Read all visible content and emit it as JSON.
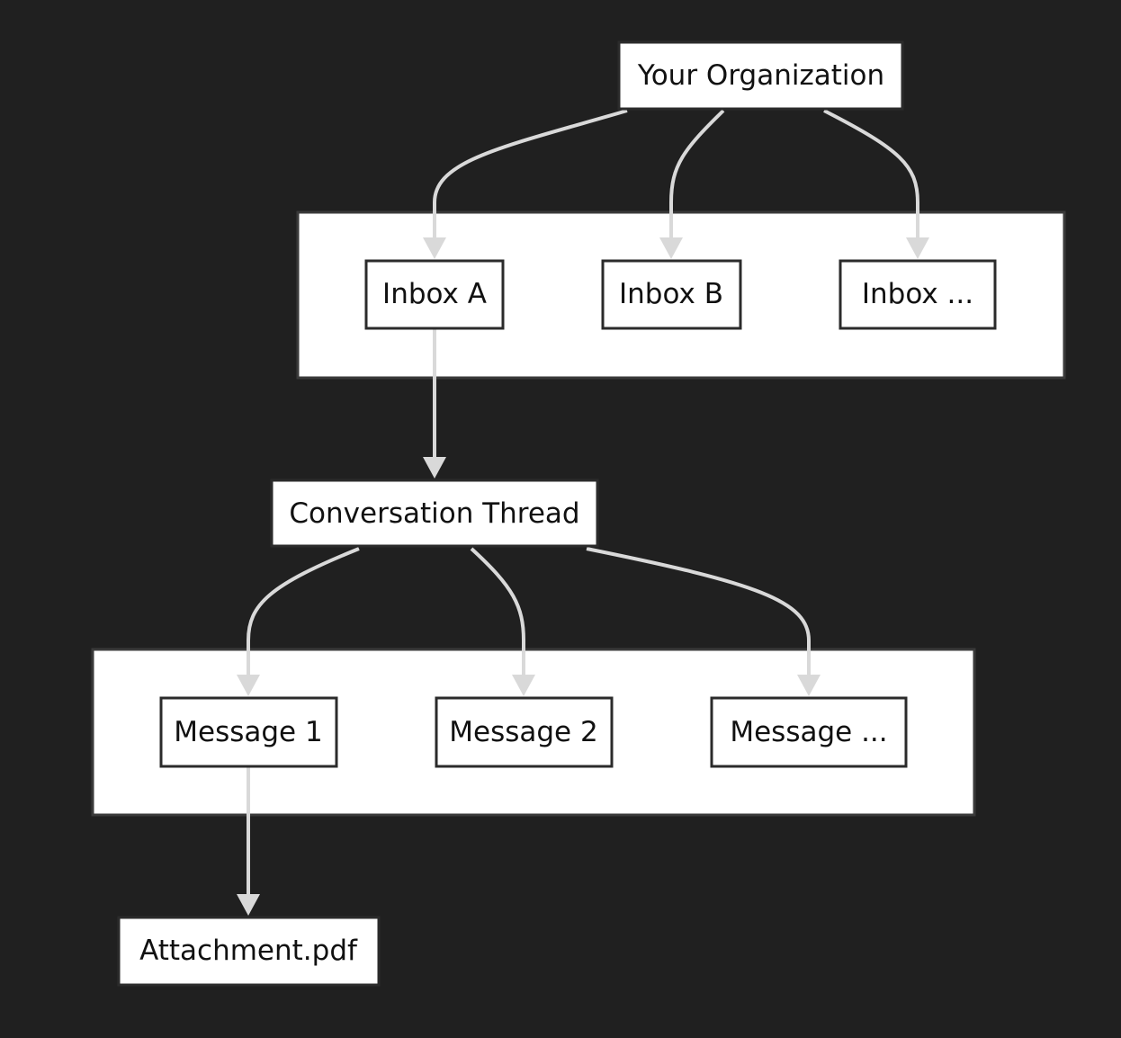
{
  "diagram": {
    "type": "hierarchy-flowchart",
    "colors": {
      "background": "#202020",
      "node_fill": "#ffffff",
      "node_border": "#2b2b2b",
      "edge": "#d9d9d9",
      "text": "#111111"
    },
    "nodes": {
      "organization": "Your Organization",
      "inbox_a": "Inbox A",
      "inbox_b": "Inbox B",
      "inbox_more": "Inbox ...",
      "thread": "Conversation Thread",
      "message_1": "Message 1",
      "message_2": "Message 2",
      "message_more": "Message ...",
      "attachment": "Attachment.pdf"
    },
    "groups": {
      "inboxes": [
        "inbox_a",
        "inbox_b",
        "inbox_more"
      ],
      "messages": [
        "message_1",
        "message_2",
        "message_more"
      ]
    },
    "edges": [
      {
        "from": "organization",
        "to": "inbox_a"
      },
      {
        "from": "organization",
        "to": "inbox_b"
      },
      {
        "from": "organization",
        "to": "inbox_more"
      },
      {
        "from": "inbox_a",
        "to": "thread"
      },
      {
        "from": "thread",
        "to": "message_1"
      },
      {
        "from": "thread",
        "to": "message_2"
      },
      {
        "from": "thread",
        "to": "message_more"
      },
      {
        "from": "message_1",
        "to": "attachment"
      }
    ]
  }
}
